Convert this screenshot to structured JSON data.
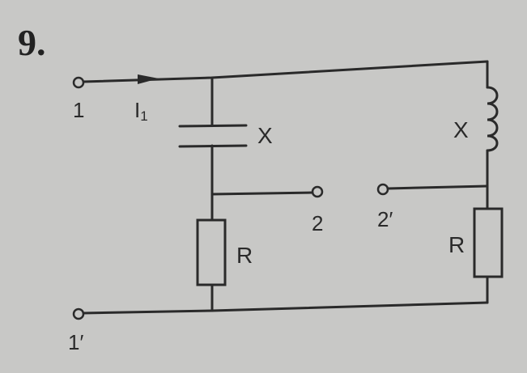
{
  "problem_number": "9.",
  "terminals": {
    "t1": "1",
    "t1p": "1′",
    "t2": "2",
    "t2p": "2′"
  },
  "current_label": {
    "main": "I",
    "sub": "1"
  },
  "components": {
    "capacitor_label": "X",
    "inductor_label": "X",
    "left_resistor_label": "R",
    "right_resistor_label": "R"
  }
}
